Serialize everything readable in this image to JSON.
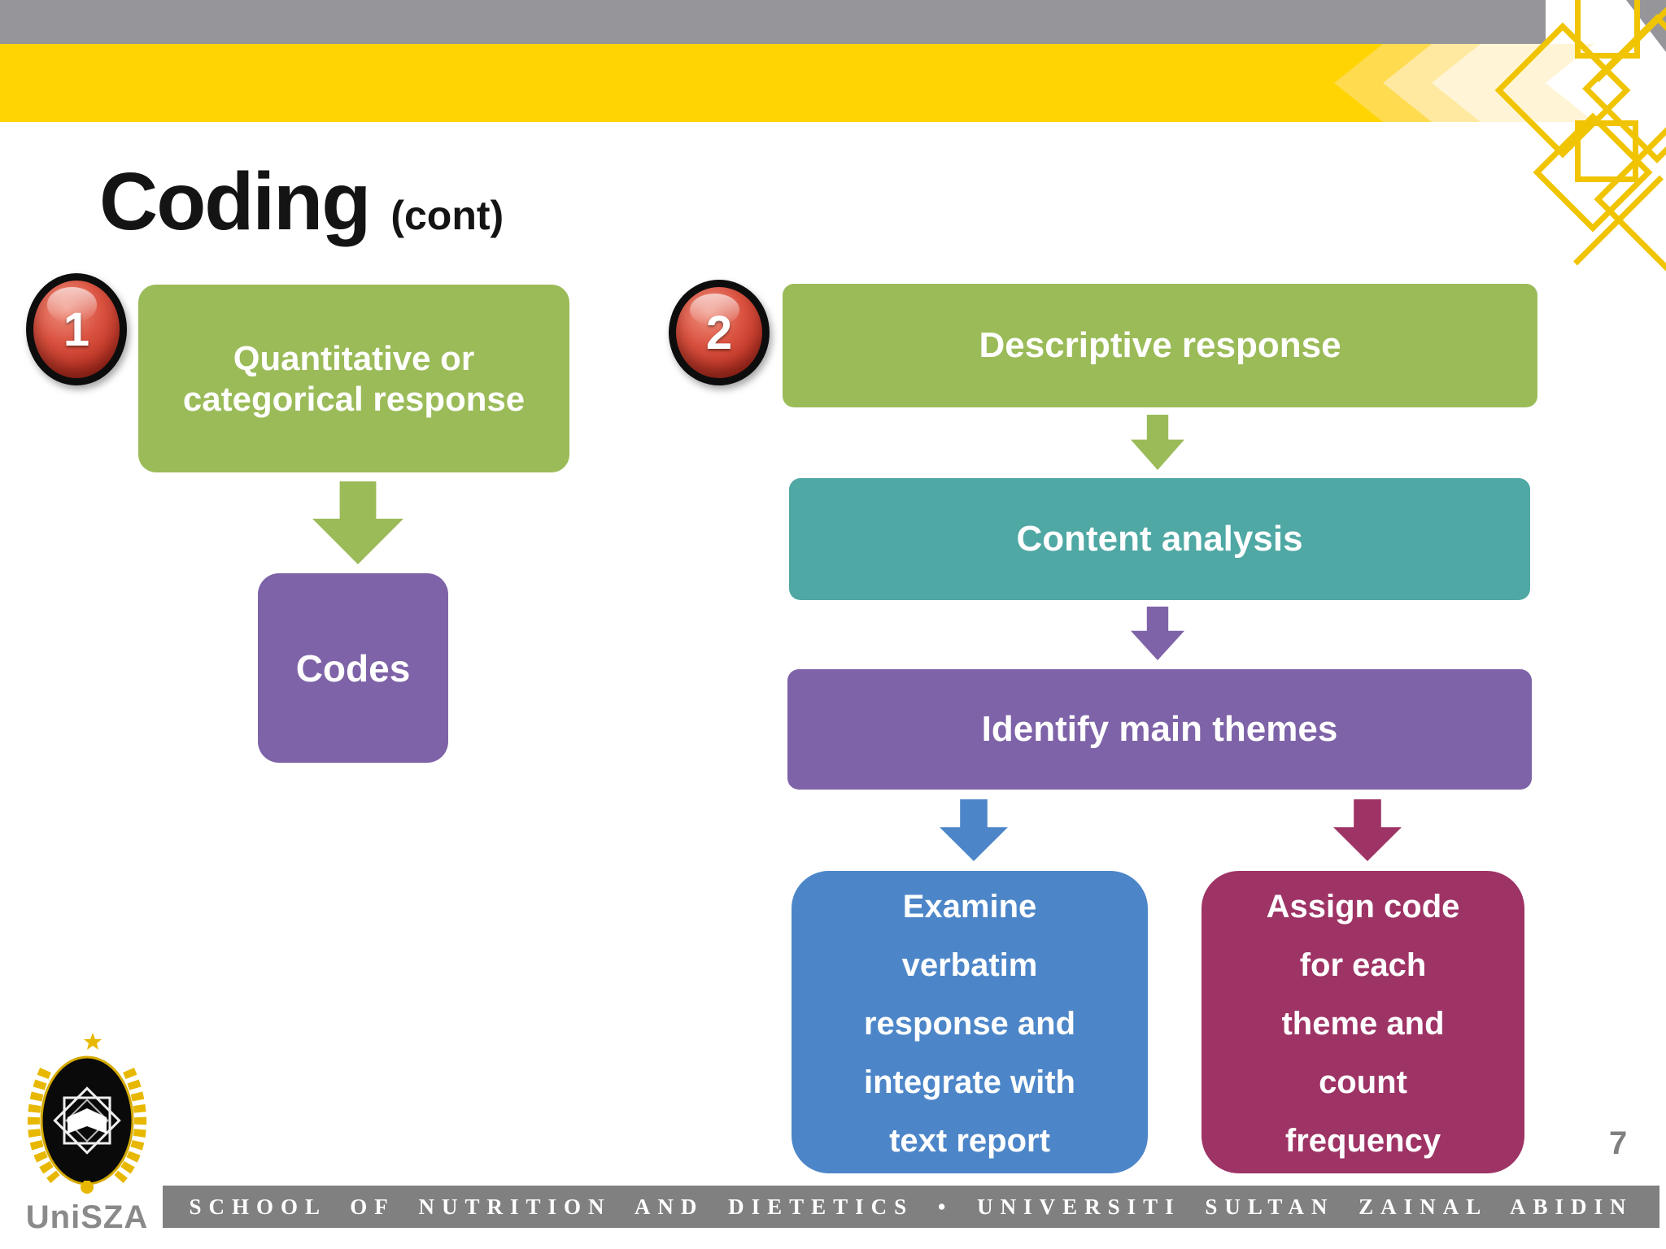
{
  "title": {
    "main": "Coding",
    "suffix": "(cont)"
  },
  "page_number": "7",
  "footer": {
    "text": "SCHOOL OF NUTRITION AND DIETETICS • UNIVERSITI SULTAN ZAINAL ABIDIN"
  },
  "logo": {
    "wordmark": "UniSZA"
  },
  "flow_left": {
    "badge": "1",
    "step1": "Quantitative or\ncategorical response",
    "step2": "Codes"
  },
  "flow_right": {
    "badge": "2",
    "step1": "Descriptive response",
    "step2": "Content analysis",
    "step3": "Identify main themes",
    "step4a": "Examine\nverbatim\nresponse and\nintegrate with\ntext report",
    "step4b": "Assign code\nfor each\ntheme and\ncount\nfrequency"
  },
  "colors": {
    "top_bar_gray": "#96969A",
    "band_yellow": "#FFD400",
    "chevron_1": "#FFDB4F",
    "chevron_2": "#FFE9A0",
    "chevron_3": "#FFF5D6",
    "diamond_gold": "#F0C400",
    "green": "#9BBB59",
    "teal": "#4FA8A4",
    "purple": "#7E63A8",
    "blue": "#4D86C8",
    "maroon": "#9E3365",
    "badge_red": "#C5362A",
    "footer_gray": "#808080",
    "page_gray": "#7F7F7F",
    "title_black": "#141414"
  }
}
